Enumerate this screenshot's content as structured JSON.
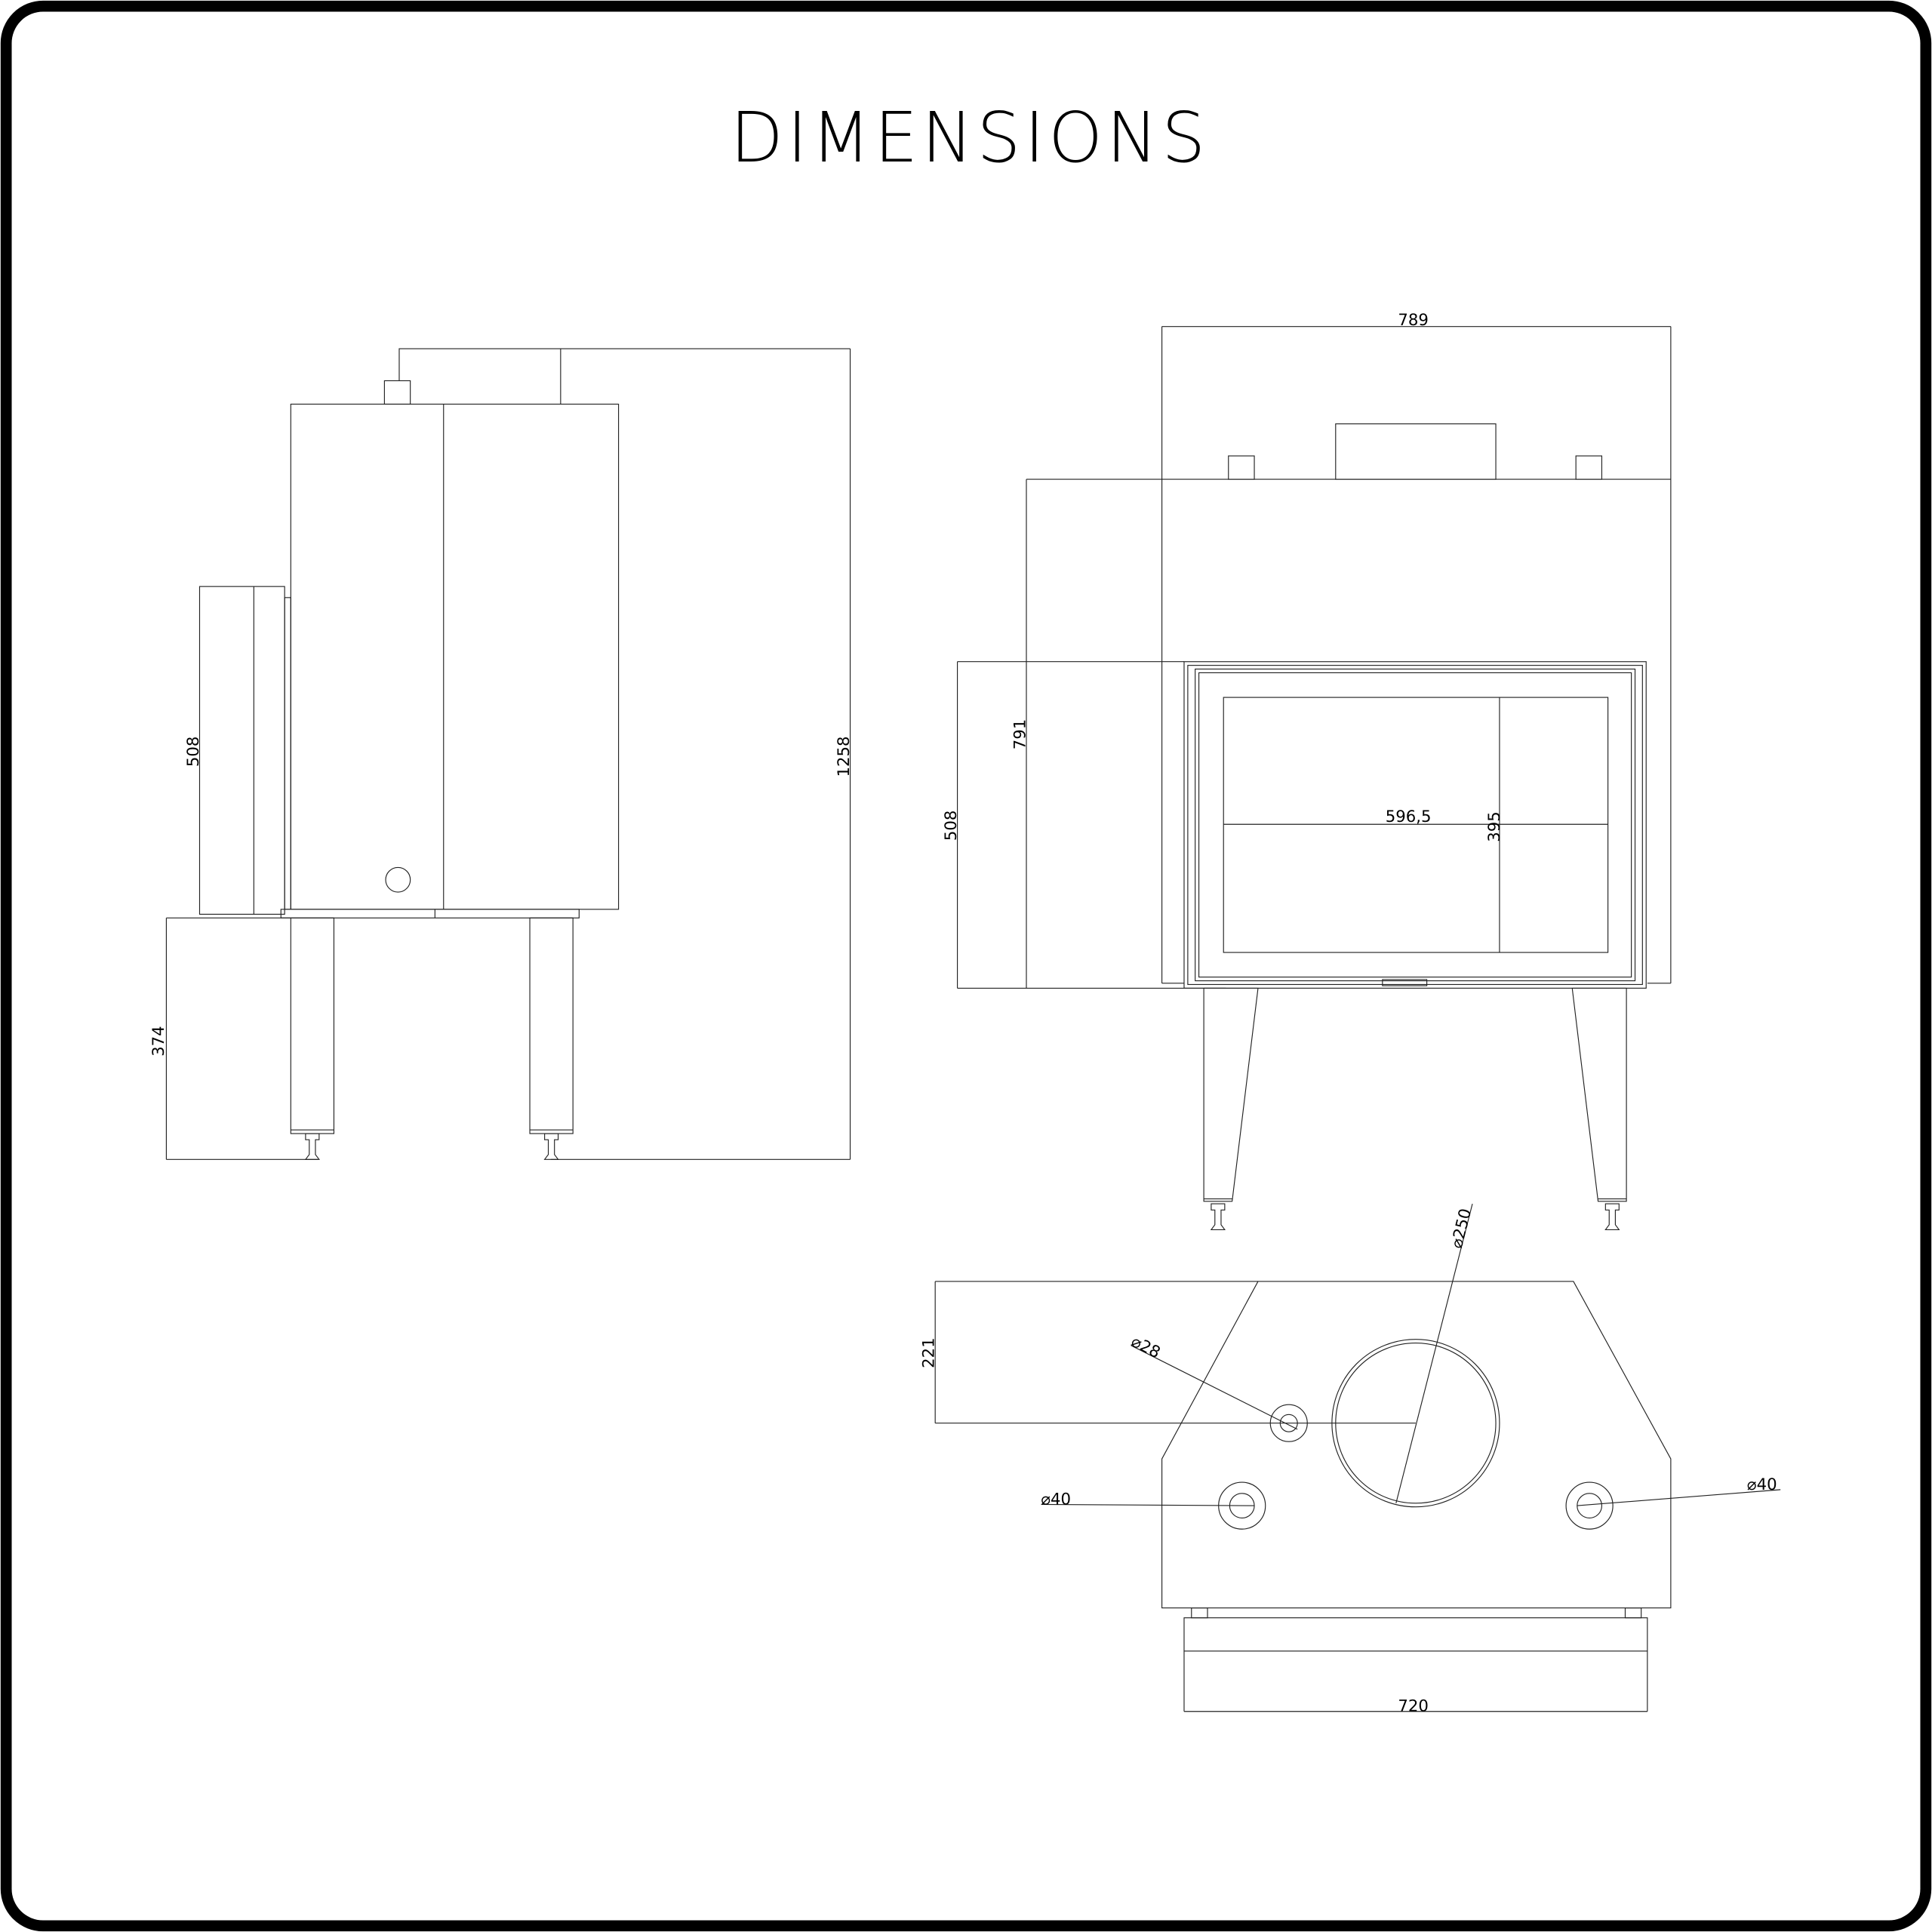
{
  "title": "DIMENSIONS",
  "side_view": {
    "height_total": "1258",
    "depth_box": "508",
    "leg_height": "374"
  },
  "front_view": {
    "width_total": "789",
    "body_height": "791",
    "door_height": "508",
    "glass_width": "596,5",
    "glass_height": "395"
  },
  "top_view": {
    "flue_diameter": "⌀250",
    "small_outlet": "⌀28",
    "left_outlet": "⌀40",
    "right_outlet": "⌀40",
    "outlet_depth": "221",
    "base_width": "720"
  },
  "colors": {
    "line": "#222222",
    "frame": "#000000"
  }
}
